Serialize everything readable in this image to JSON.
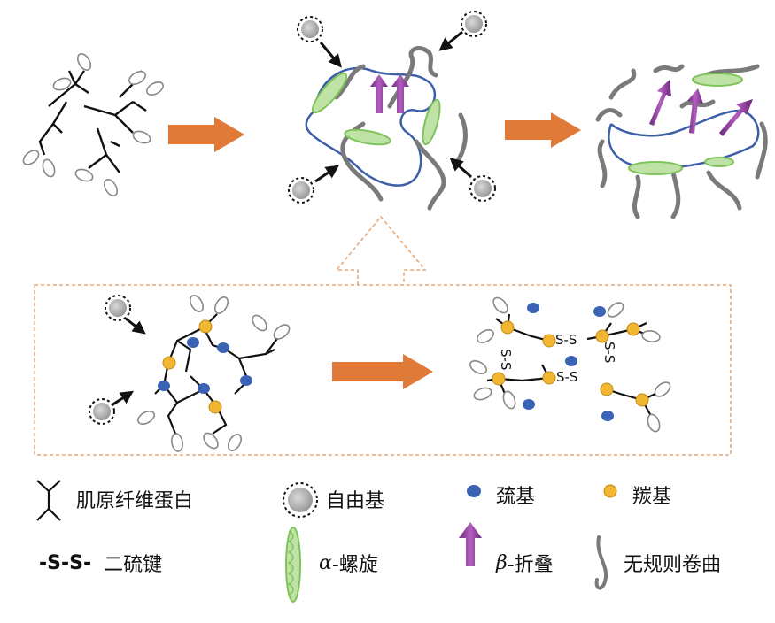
{
  "legend": {
    "myofibrillar_protein": "肌原纤维蛋白",
    "free_radical": "自由基",
    "sulfhydryl": "巯基",
    "carbonyl": "羰基",
    "disulfide_symbol": "-S-S-",
    "disulfide_bond": "二硫键",
    "alpha_helix_prefix": "α",
    "alpha_helix_suffix": "-螺旋",
    "beta_sheet_prefix": "β",
    "beta_sheet_suffix": "-折叠",
    "random_coil": "无规则卷曲"
  },
  "diagram": {
    "ss_label": "S-S"
  },
  "colors": {
    "arrow_orange": "#e07a38",
    "dashed_orange": "#e4a87a",
    "sulfhydryl_blue": "#3a63b5",
    "carbonyl_yellow": "#f2b632",
    "helix_green": "#7fc35a",
    "sheet_purple": "#8e3a97",
    "coil_gray": "#7a7a7a",
    "coil_blue": "#3c5fa8",
    "radical_gray": "#a8a8a8"
  },
  "icons": [
    "myofibril-icon",
    "free-radical-icon",
    "sulfhydryl-dot-icon",
    "carbonyl-dot-icon",
    "alpha-helix-icon",
    "beta-sheet-arrow-icon",
    "random-coil-icon"
  ]
}
